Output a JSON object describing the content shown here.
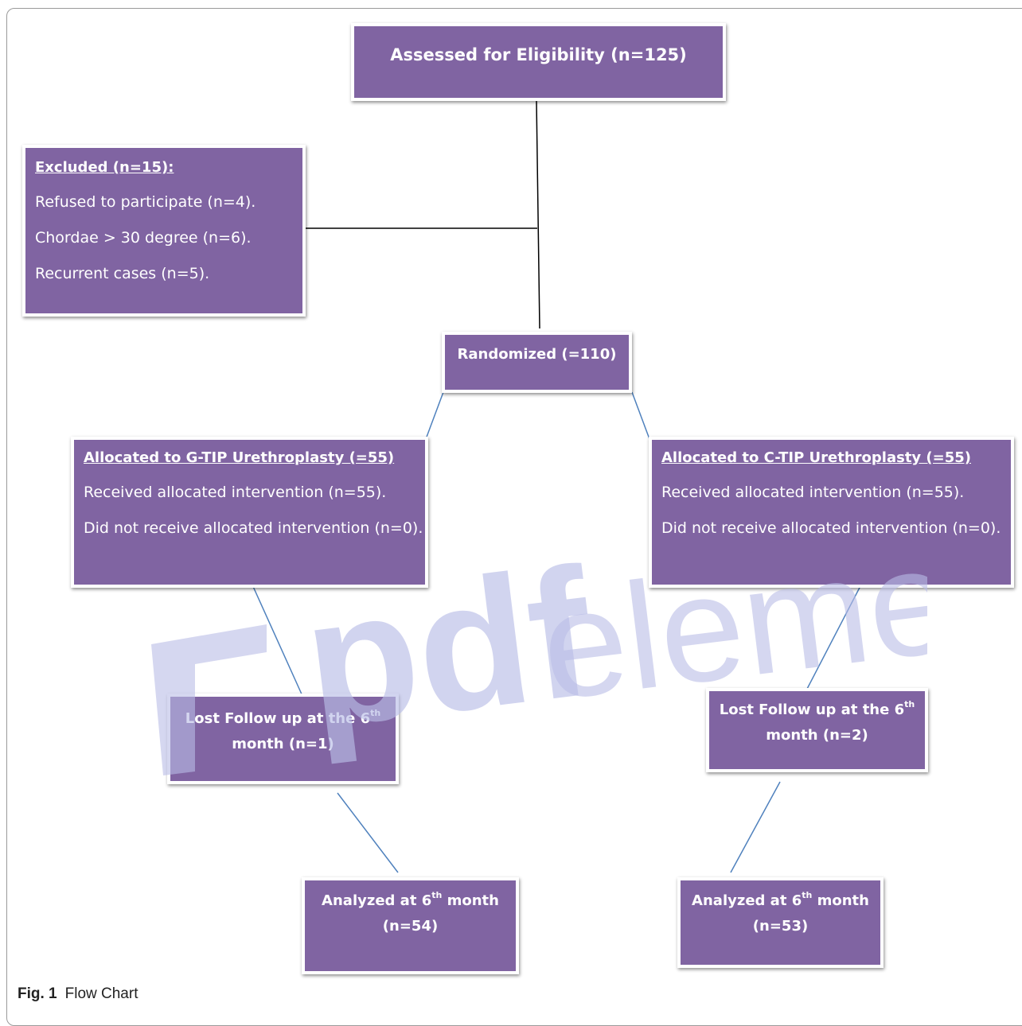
{
  "nodes": {
    "assessed": {
      "text": "Assessed for Eligibility (n=125)"
    },
    "excluded": {
      "heading": "Excluded (n=15):",
      "items": [
        "Refused to participate (n=4).",
        "Chordae > 30 degree (n=6).",
        "Recurrent cases (n=5)."
      ]
    },
    "randomized": {
      "text": "Randomized (=110)"
    },
    "gtip": {
      "heading": "Allocated to G-TIP Urethroplasty (=55)",
      "items": [
        "Received allocated intervention (n=55).",
        "Did not receive allocated intervention (n=0)."
      ]
    },
    "ctip": {
      "heading": "Allocated to C-TIP Urethroplasty (=55)",
      "items": [
        "Received allocated intervention (n=55).",
        "Did not receive allocated intervention (n=0)."
      ]
    },
    "lost_left": {
      "line1_pre": "Lost Follow up at the 6",
      "line1_sup": "th",
      "line2": "month (n=1)"
    },
    "lost_right": {
      "line1_pre": "Lost Follow up at the 6",
      "line1_sup": "th",
      "line2": "month (n=2)"
    },
    "analyzed_left": {
      "line1_pre": "Analyzed at 6",
      "line1_sup": "th",
      "line1_post": " month",
      "line2": "(n=54)"
    },
    "analyzed_right": {
      "line1_pre": "Analyzed at 6",
      "line1_sup": "th",
      "line1_post": " month",
      "line2": "(n=53)"
    }
  },
  "edges": [
    {
      "from": "assessed",
      "to": "randomized"
    },
    {
      "from": "assessed",
      "to": "excluded"
    },
    {
      "from": "randomized",
      "to": "gtip"
    },
    {
      "from": "randomized",
      "to": "ctip"
    },
    {
      "from": "gtip",
      "to": "lost_left"
    },
    {
      "from": "ctip",
      "to": "lost_right"
    },
    {
      "from": "lost_left",
      "to": "analyzed_left"
    },
    {
      "from": "lost_right",
      "to": "analyzed_right"
    }
  ],
  "watermark": {
    "text_bold": "pdf",
    "text_light": "element"
  },
  "caption": {
    "label": "Fig. 1",
    "text": "Flow Chart"
  },
  "colors": {
    "box_fill": "#8064a2",
    "box_text": "#ffffff",
    "line_black": "#000000",
    "line_blue": "#4f81bd",
    "watermark": "#b9bde6"
  }
}
